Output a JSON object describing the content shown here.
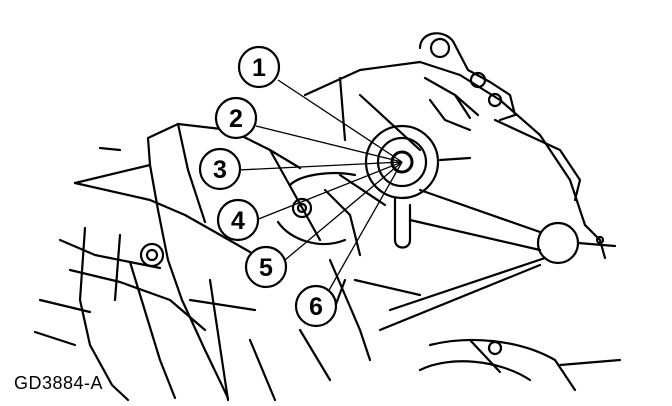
{
  "callouts": [
    "1",
    "2",
    "3",
    "4",
    "5",
    "6"
  ],
  "figure_id": "GD3884-A"
}
